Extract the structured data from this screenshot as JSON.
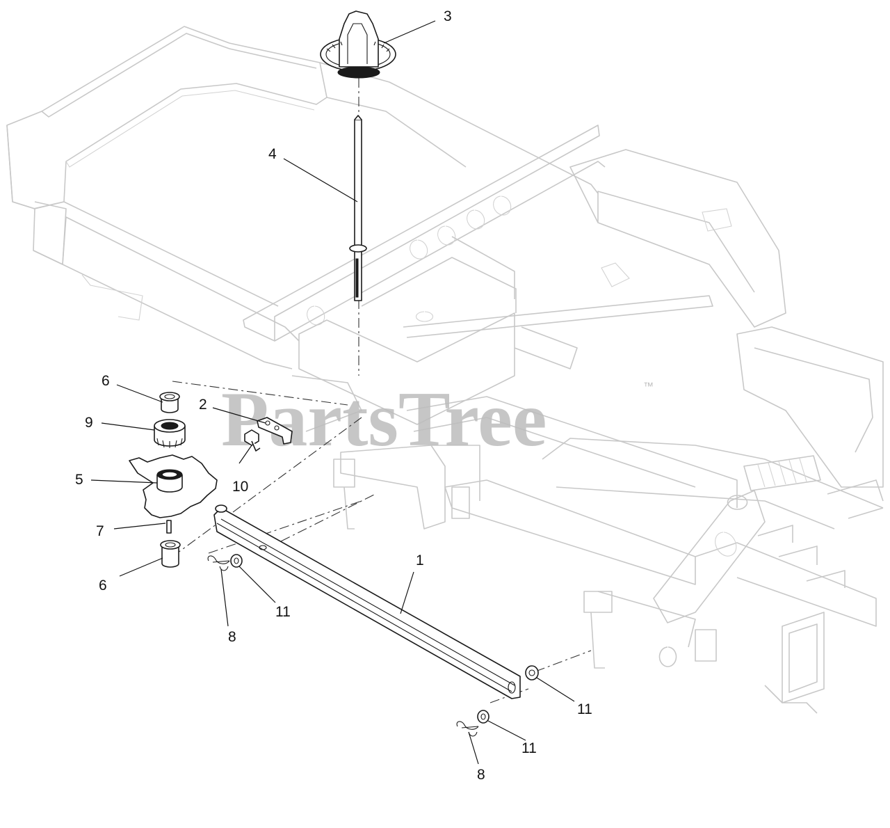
{
  "watermark": {
    "text": "PartsTree",
    "trademark": "™",
    "color": "#bdbdbd"
  },
  "callouts": [
    {
      "id": "c1",
      "label": "1"
    },
    {
      "id": "c2",
      "label": "2"
    },
    {
      "id": "c3",
      "label": "3"
    },
    {
      "id": "c4",
      "label": "4"
    },
    {
      "id": "c5",
      "label": "5"
    },
    {
      "id": "c6a",
      "label": "6"
    },
    {
      "id": "c6b",
      "label": "6"
    },
    {
      "id": "c7",
      "label": "7"
    },
    {
      "id": "c8a",
      "label": "8"
    },
    {
      "id": "c8b",
      "label": "8"
    },
    {
      "id": "c9",
      "label": "9"
    },
    {
      "id": "c10",
      "label": "10"
    },
    {
      "id": "c11a",
      "label": "11"
    },
    {
      "id": "c11b",
      "label": "11"
    },
    {
      "id": "c11c",
      "label": "11"
    }
  ]
}
